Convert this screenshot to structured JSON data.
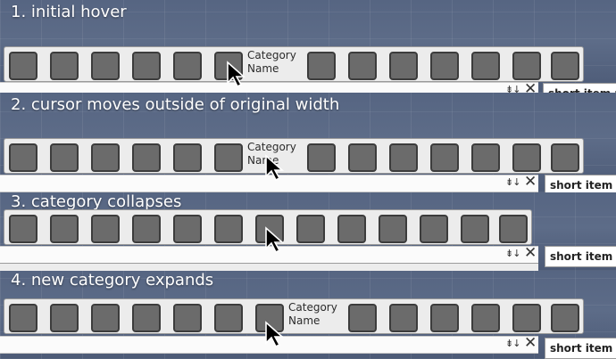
{
  "steps": [
    {
      "title": "1. initial hover"
    },
    {
      "title": "2. cursor moves outside of original width"
    },
    {
      "title": "3. category collapses"
    },
    {
      "title": "4. new category expands"
    }
  ],
  "category": {
    "line1": "Category",
    "line2": "Name"
  },
  "item": {
    "label": "short item na"
  },
  "icons": {
    "sort": "sort-icon",
    "close": "close-icon",
    "cursor": "cursor-arrow-icon",
    "tile": "category-tile"
  },
  "colors": {
    "tile_fill": "#6b6b6b",
    "bar_bg": "#ececec"
  }
}
